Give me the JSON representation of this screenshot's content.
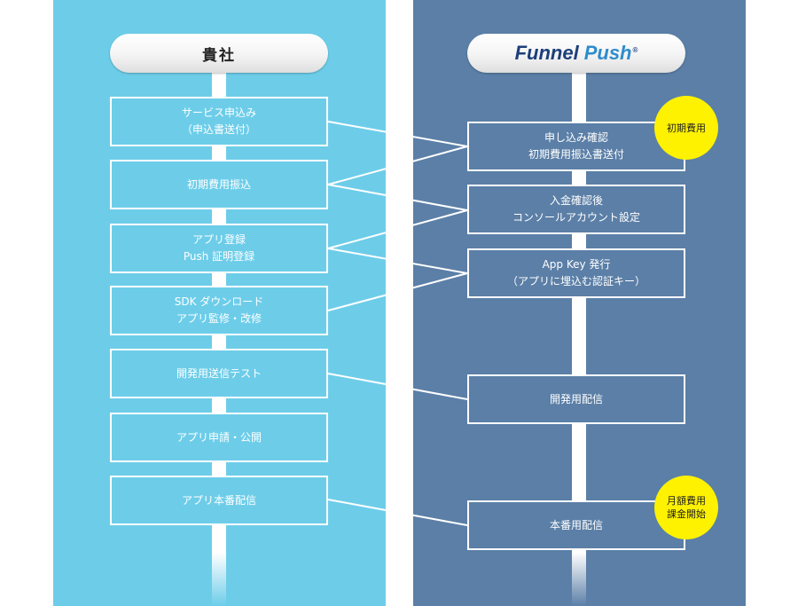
{
  "left_lane": {
    "header": "貴社",
    "steps": [
      {
        "line1": "サービス申込み",
        "line2": "（申込書送付）"
      },
      {
        "line1": "初期費用振込",
        "line2": ""
      },
      {
        "line1": "アプリ登録",
        "line2": "Push 証明登録"
      },
      {
        "line1": "SDK ダウンロード",
        "line2": "アプリ監修・改修"
      },
      {
        "line1": "開発用送信テスト",
        "line2": ""
      },
      {
        "line1": "アプリ申請・公開",
        "line2": ""
      },
      {
        "line1": "アプリ本番配信",
        "line2": ""
      }
    ]
  },
  "right_lane": {
    "logo": {
      "part1": "Funnel",
      "part2": "Push",
      "mark": "®"
    },
    "steps": [
      {
        "line1": "申し込み確認",
        "line2": "初期費用振込書送付"
      },
      {
        "line1": "入金確認後",
        "line2": "コンソールアカウント設定"
      },
      {
        "line1": "App Key 発行",
        "line2": "（アプリに埋込む認証キー）"
      },
      {
        "line1": "開発用配信",
        "line2": ""
      },
      {
        "line1": "本番用配信",
        "line2": ""
      }
    ]
  },
  "badges": {
    "initial_fee": "初期費用",
    "monthly_line1": "月額費用",
    "monthly_line2": "課金開始"
  },
  "colors": {
    "left_lane": "#6dcde9",
    "right_lane": "#5b7fa7",
    "badge": "#fff200"
  }
}
